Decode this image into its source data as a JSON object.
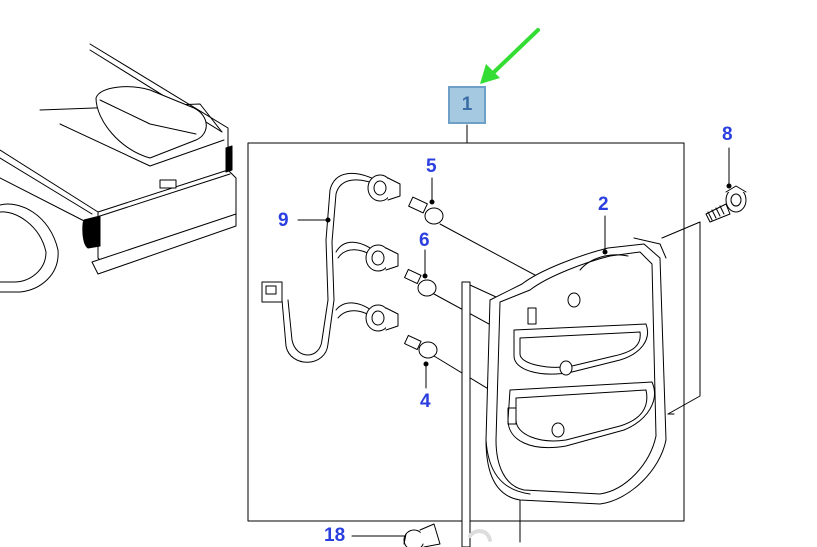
{
  "colors": {
    "callout_text": "#2b3fe0",
    "selected_fill": "#a6c9e2",
    "selected_text": "#3a6ea5",
    "arrow": "#33dd33",
    "line": "#000000"
  },
  "callouts": {
    "part_1": "1",
    "part_2": "2",
    "part_4": "4",
    "part_5": "5",
    "part_6": "6",
    "part_8": "8",
    "part_9": "9",
    "part_18": "18"
  },
  "selected_part": "1",
  "icons": {
    "pointer": "green-arrow-icon"
  }
}
